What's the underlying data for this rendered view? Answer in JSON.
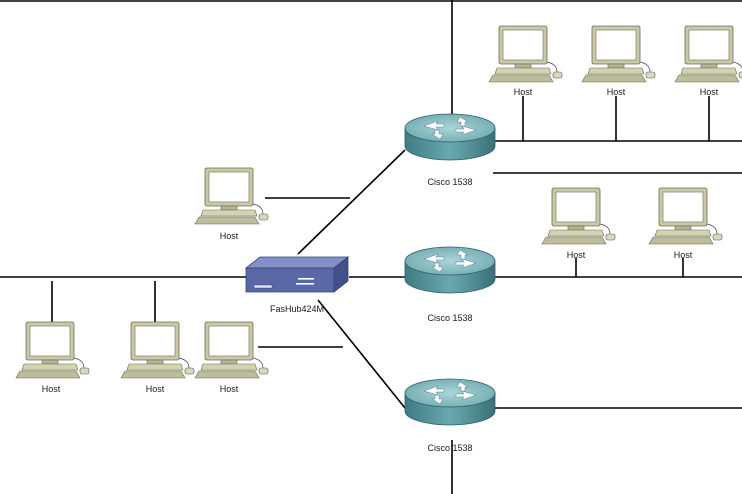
{
  "labels": {
    "host": "Host",
    "router": "Cisco 1538",
    "hub": "FasHub424M"
  },
  "colors": {
    "background": "#ffffff",
    "wire": "#000000",
    "router_body": "#4f8f96",
    "router_top": "#8cc2c8",
    "hub_body": "#5a69a8",
    "hub_top": "#7482c0",
    "pc_case": "#c8c8a6",
    "pc_screen": "#ffffff"
  },
  "icons": {
    "router": "router-icon",
    "hub": "switch-hub-icon",
    "host": "desktop-computer-icon"
  }
}
